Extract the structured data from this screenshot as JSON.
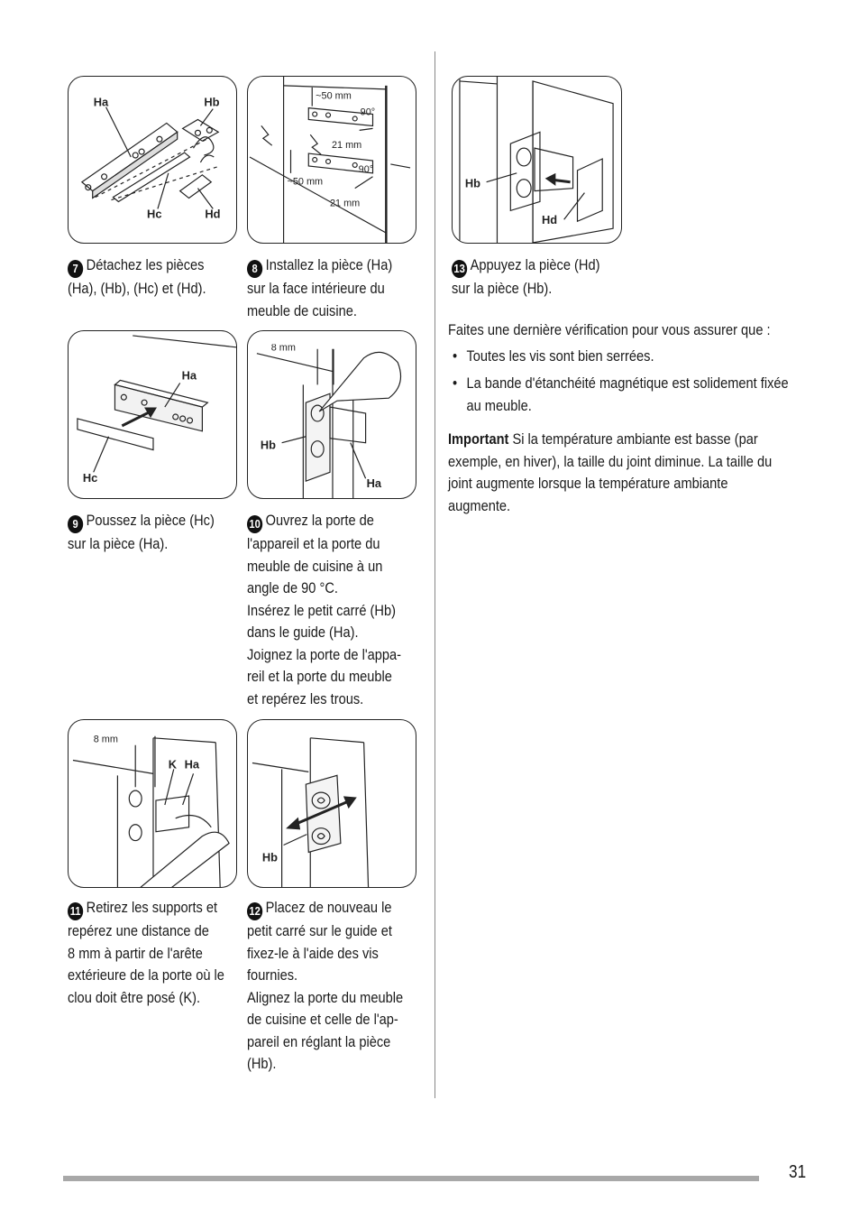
{
  "figures": {
    "f7": {
      "labels": [
        "Ha",
        "Hb",
        "Hc",
        "Hd"
      ]
    },
    "f8": {
      "dims": [
        "~50 mm",
        "90°",
        "21 mm",
        "90°",
        "~50 mm",
        "21 mm"
      ]
    },
    "f9": {
      "labels": [
        "Ha",
        "Hc"
      ]
    },
    "f10": {
      "dims": [
        "8 mm"
      ],
      "labels": [
        "Hb",
        "Ha"
      ]
    },
    "f11": {
      "dims": [
        "8 mm"
      ],
      "labels": [
        "K",
        "Ha"
      ]
    },
    "f12": {
      "labels": [
        "Hb"
      ]
    },
    "f13": {
      "labels": [
        "Hb",
        "Hd"
      ]
    }
  },
  "steps": {
    "s7": {
      "num": "7",
      "lines": [
        "Détachez les pièces",
        "(Ha), (Hb), (Hc) et (Hd)."
      ]
    },
    "s8": {
      "num": "8",
      "lines": [
        "Installez la pièce (Ha)",
        "sur la face intérieure du",
        "meuble de cuisine."
      ]
    },
    "s9": {
      "num": "9",
      "lines": [
        "Poussez la pièce (Hc)",
        "sur la pièce (Ha)."
      ]
    },
    "s10": {
      "num": "10",
      "lines": [
        "Ouvrez la porte de",
        "l'appareil et la porte du",
        "meuble de cuisine à un",
        "angle de 90 °C.",
        "Insérez le petit carré (Hb)",
        "dans le guide (Ha).",
        "Joignez la porte de l'appa-",
        "reil et la porte du meuble",
        "et repérez les trous."
      ]
    },
    "s11": {
      "num": "11",
      "lines": [
        "Retirez les supports et",
        "repérez une distance de",
        "8 mm à partir de l'arête",
        "extérieure de la porte où le",
        "clou doit être posé (K)."
      ]
    },
    "s12": {
      "num": "12",
      "lines": [
        "Placez de nouveau le",
        "petit carré sur le guide et",
        "fixez-le à l'aide des vis",
        "fournies.",
        "Alignez la porte du meuble",
        "de cuisine et celle de l'ap-",
        "pareil en réglant la pièce",
        "(Hb)."
      ]
    },
    "s13": {
      "num": "13",
      "lines": [
        "Appuyez la pièce (Hd)",
        "sur la pièce (Hb)."
      ]
    }
  },
  "right": {
    "intro": "Faites une dernière vérification pour vous assurer que :",
    "bullets": [
      {
        "lines": [
          "Toutes les vis sont bien serrées."
        ]
      },
      {
        "lines": [
          "La bande d'étanchéité magnétique est solidement fixée",
          "au meuble."
        ]
      }
    ],
    "important_label": "Important",
    "important_lines": [
      "Si la température ambiante est basse (par",
      "exemple, en hiver), la taille du joint diminue. La taille du",
      "joint augmente lorsque la température ambiante",
      "augmente."
    ]
  },
  "footer": {
    "page_number": "31"
  }
}
